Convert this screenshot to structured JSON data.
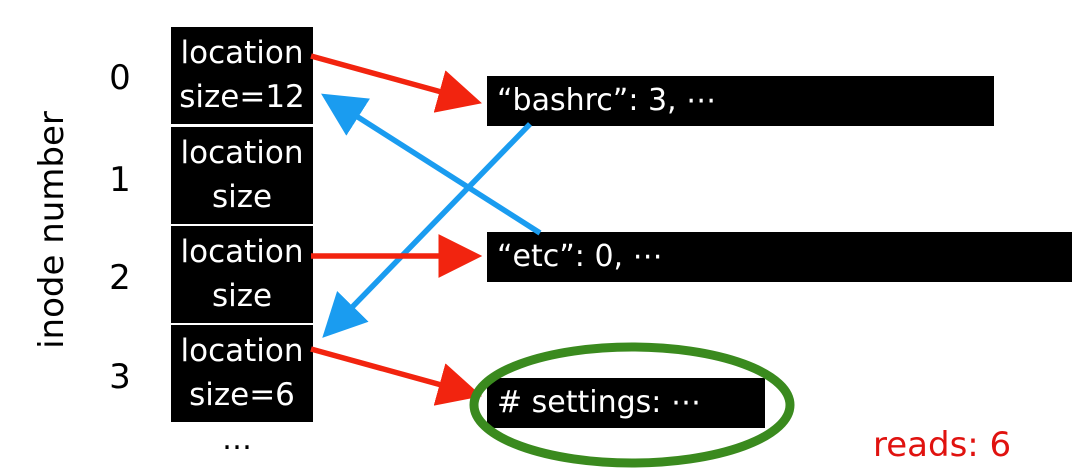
{
  "axis_label": "inode number",
  "inodes": [
    {
      "number": "0",
      "line1": "location",
      "line2": "size=12"
    },
    {
      "number": "1",
      "line1": "location",
      "line2": "size"
    },
    {
      "number": "2",
      "line1": "location",
      "line2": "size"
    },
    {
      "number": "3",
      "line1": "location",
      "line2": "size=6"
    }
  ],
  "ellipsis": "…",
  "blocks": [
    {
      "text": "“bashrc”: 3, ⋯"
    },
    {
      "text": "“etc”: 0, ⋯"
    },
    {
      "text": "# settings: ⋯"
    }
  ],
  "reads_label": "reads: 6",
  "colors": {
    "read_arrow": "#f2240f",
    "lookup_arrow": "#1a9cf0",
    "highlight_ellipse": "#3a8a1e",
    "reads_text": "#e0120f"
  }
}
